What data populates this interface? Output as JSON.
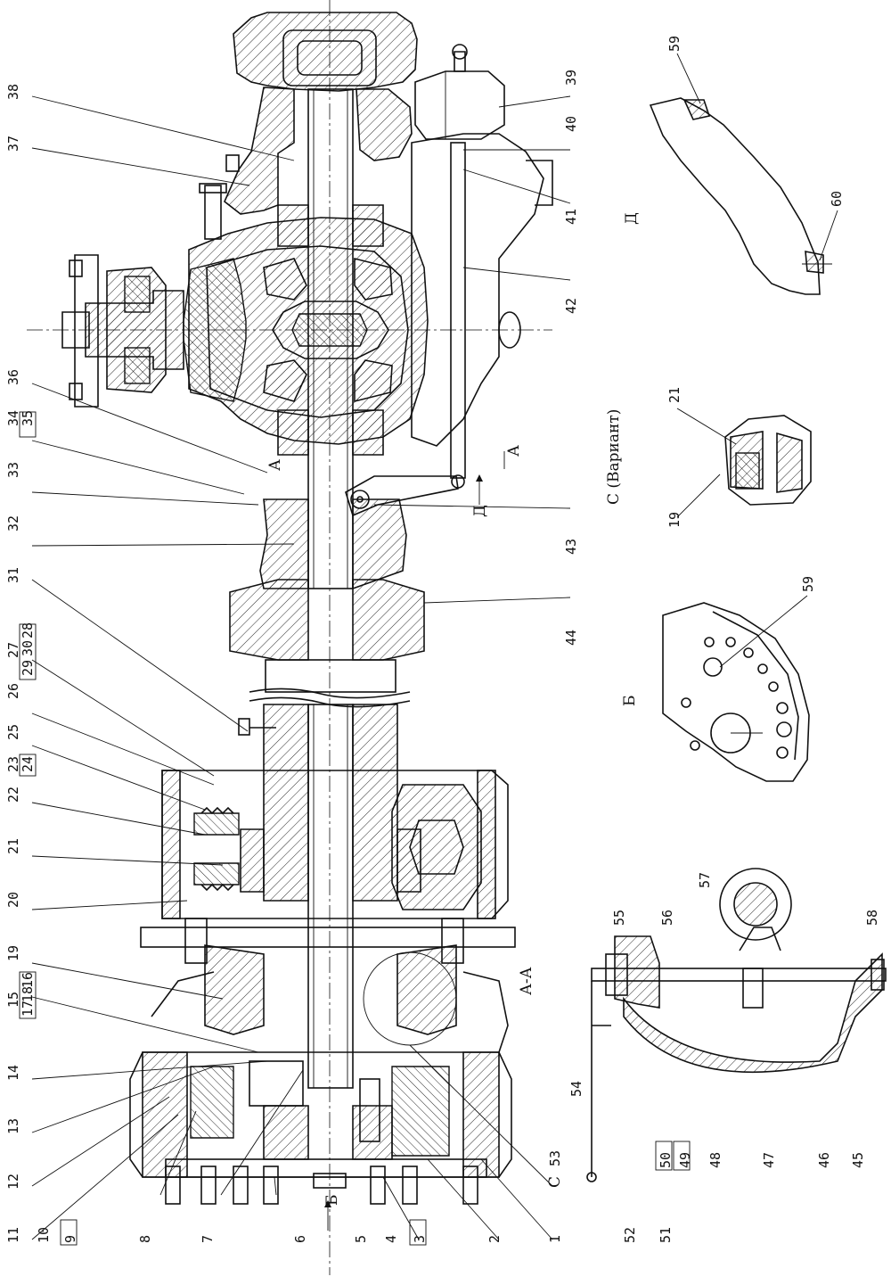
{
  "drawing": {
    "callouts_left": [
      {
        "n": "38"
      },
      {
        "n": "37"
      },
      {
        "n": "36"
      },
      {
        "n": "34"
      },
      {
        "n": "35"
      },
      {
        "n": "33"
      },
      {
        "n": "32"
      },
      {
        "n": "31"
      },
      {
        "n": "27"
      },
      {
        "n": "28"
      },
      {
        "n": "29"
      },
      {
        "n": "30"
      },
      {
        "n": "26"
      },
      {
        "n": "25"
      },
      {
        "n": "23"
      },
      {
        "n": "24"
      },
      {
        "n": "22"
      },
      {
        "n": "21"
      },
      {
        "n": "20"
      },
      {
        "n": "19"
      },
      {
        "n": "15"
      },
      {
        "n": "16"
      },
      {
        "n": "17"
      },
      {
        "n": "18"
      },
      {
        "n": "14"
      },
      {
        "n": "13"
      },
      {
        "n": "12"
      },
      {
        "n": "11"
      },
      {
        "n": "10"
      },
      {
        "n": "9"
      },
      {
        "n": "8"
      },
      {
        "n": "7"
      },
      {
        "n": "6"
      },
      {
        "n": "5"
      },
      {
        "n": "4"
      },
      {
        "n": "3"
      },
      {
        "n": "2"
      },
      {
        "n": "1"
      }
    ],
    "callouts_right": [
      {
        "n": "39"
      },
      {
        "n": "40"
      },
      {
        "n": "41"
      },
      {
        "n": "42"
      },
      {
        "n": "43"
      },
      {
        "n": "44"
      }
    ],
    "view_d_callouts": [
      {
        "n": "59"
      },
      {
        "n": "60"
      }
    ],
    "view_c_callouts": [
      {
        "n": "21"
      },
      {
        "n": "19"
      }
    ],
    "view_b_callouts": [
      {
        "n": "59"
      }
    ],
    "section_aa_callouts": [
      {
        "n": "55"
      },
      {
        "n": "56"
      },
      {
        "n": "57"
      },
      {
        "n": "58"
      },
      {
        "n": "54"
      },
      {
        "n": "53"
      },
      {
        "n": "52"
      },
      {
        "n": "51"
      },
      {
        "n": "50"
      },
      {
        "n": "49"
      },
      {
        "n": "48"
      },
      {
        "n": "47"
      },
      {
        "n": "46"
      },
      {
        "n": "45"
      }
    ],
    "view_labels": {
      "view_d": "Д",
      "view_c": "С (Вариант)",
      "view_b": "Б",
      "section_aa": "А-А",
      "mark_c": "С",
      "mark_b": "Б",
      "mark_d": "Д",
      "mark_a1": "А",
      "mark_a2": "А"
    }
  }
}
